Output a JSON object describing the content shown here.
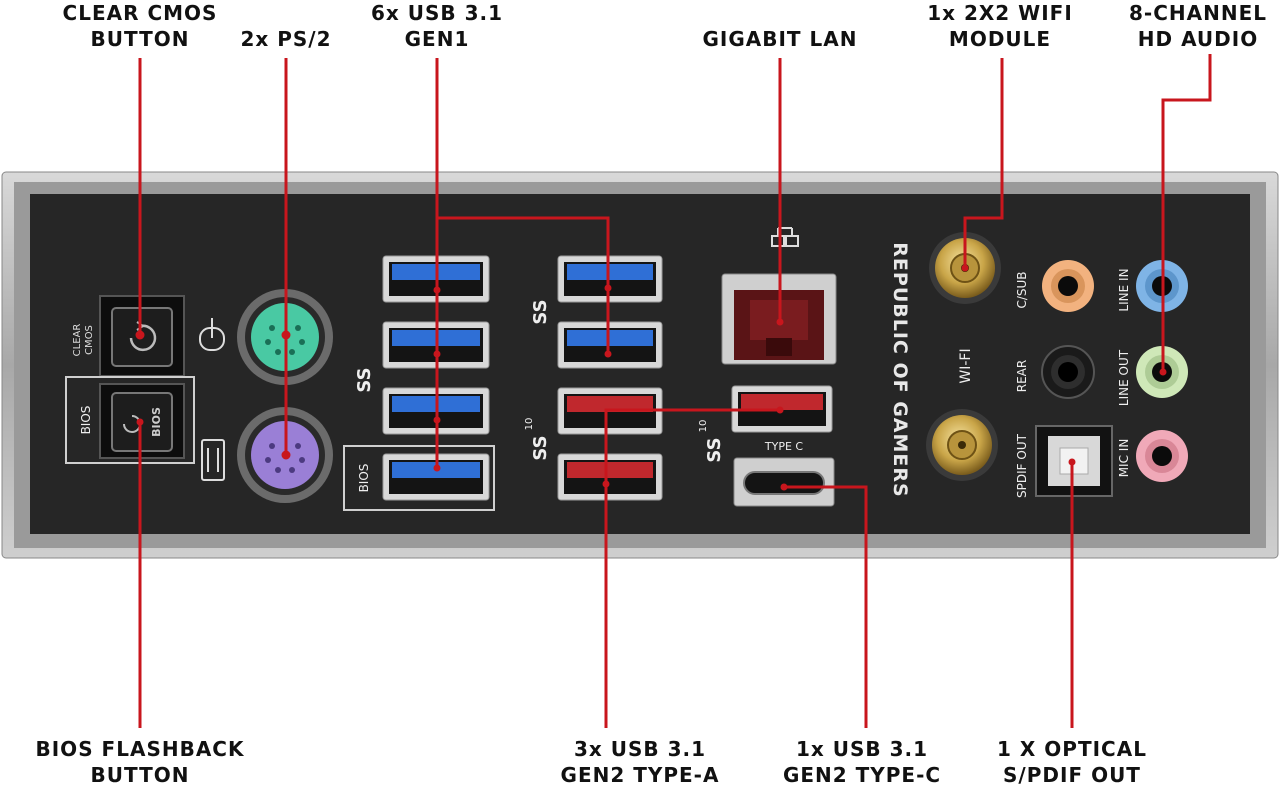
{
  "callouts": {
    "clear_cmos": {
      "line1": "CLEAR CMOS",
      "line2": "BUTTON"
    },
    "ps2": {
      "line1": "2x PS/2"
    },
    "usb_gen1": {
      "line1": "6x USB 3.1",
      "line2": "GEN1"
    },
    "lan": {
      "line1": "GIGABIT LAN"
    },
    "wifi": {
      "line1": "1x 2X2 WIFI",
      "line2": "MODULE"
    },
    "audio": {
      "line1": "8-CHANNEL",
      "line2": "HD AUDIO"
    },
    "bios_flashback": {
      "line1": "BIOS FLASHBACK",
      "line2": "BUTTON"
    },
    "usb_gen2_a": {
      "line1": "3x USB 3.1",
      "line2": "GEN2 TYPE-A"
    },
    "usb_gen2_c": {
      "line1": "1x USB 3.1",
      "line2": "GEN2 TYPE-C"
    },
    "optical": {
      "line1": "1 X OPTICAL",
      "line2": "S/PDIF OUT"
    }
  },
  "panel_labels": {
    "clear_cmos_1": "CLEAR",
    "clear_cmos_2": "CMOS",
    "bios_side": "BIOS",
    "bios_button": "BIOS",
    "bios_usb": "BIOS",
    "ss": "SS",
    "ss10": "10",
    "type_c": "TYPE C",
    "rog": "REPUBLIC OF GAMERS",
    "wifi": "WI-FI",
    "csub": "C/SUB",
    "rear": "REAR",
    "spdif_out": "SPDIF OUT",
    "line_in": "LINE IN",
    "line_out": "LINE OUT",
    "mic_in": "MIC IN"
  },
  "colors": {
    "leader_line": "#c8161d",
    "panel": "#262626",
    "frame": "#b5b5b5",
    "usb_gen1_blue": "#2f6fd6",
    "usb_gen2_red": "#c0282d",
    "ps2_mouse": "#49c9a3",
    "ps2_keyboard": "#9a7fd6",
    "audio_csub": "#f2b27f",
    "audio_line_in": "#7fb4e6",
    "audio_line_out": "#cfe8b8",
    "audio_mic_in": "#f0a9b8"
  },
  "icons": [
    "mouse-icon",
    "usb-icon",
    "network-icon",
    "ss-usb-icon"
  ]
}
